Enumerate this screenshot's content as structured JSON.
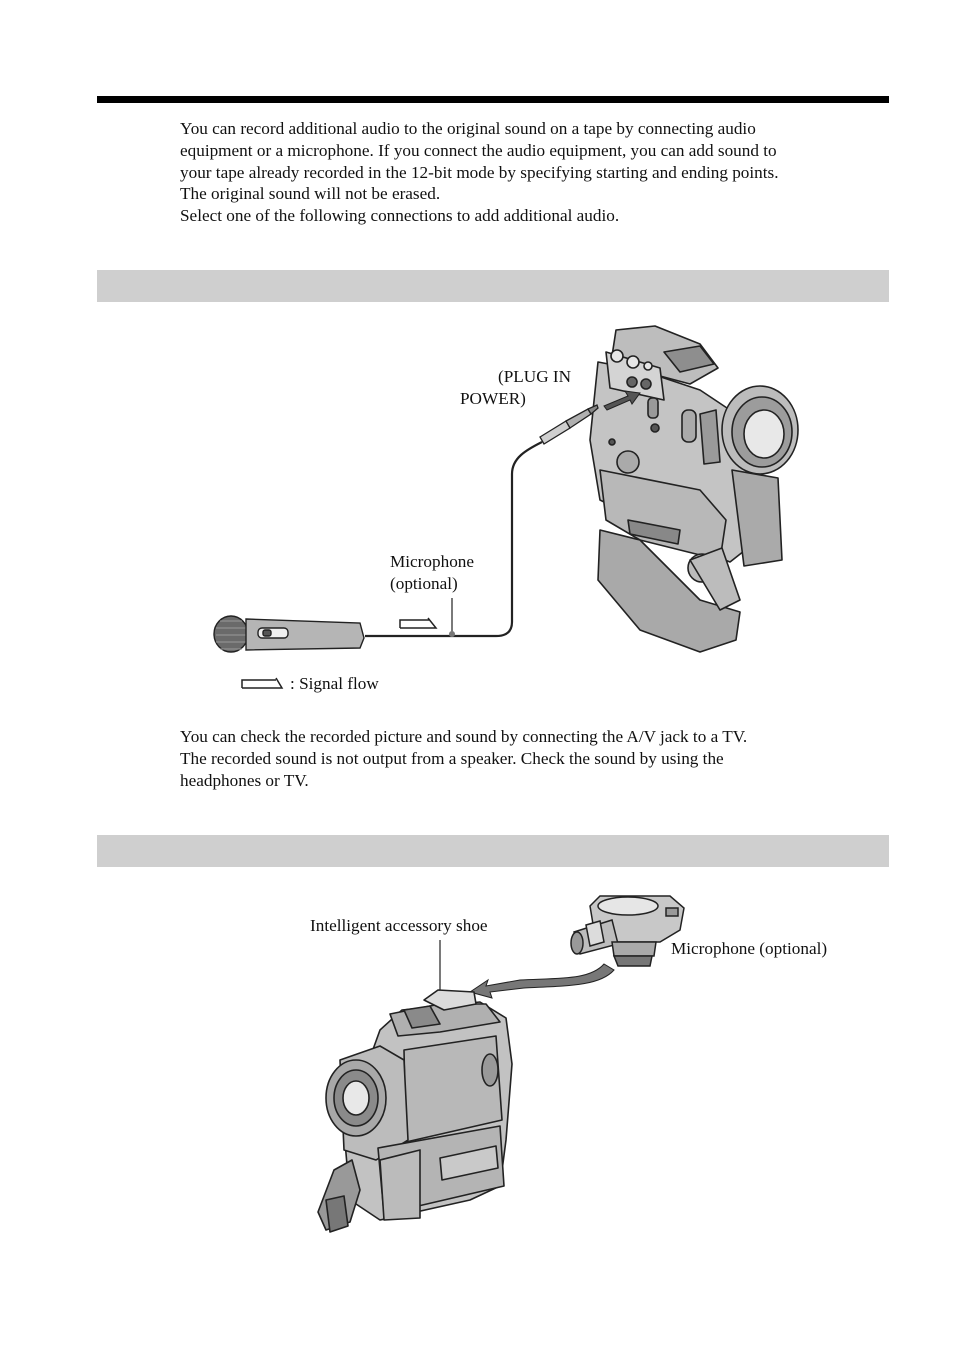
{
  "intro": {
    "lines": [
      "You can record additional audio to the original sound on a tape by connecting audio",
      "equipment or a microphone. If you connect the audio equipment, you can add sound to",
      "your tape already recorded in the 12-bit mode by specifying starting and ending points.",
      "The original sound will not be erased.",
      "Select one of the following connections to add additional audio."
    ]
  },
  "section1": {
    "heading": "",
    "figure": {
      "jack_label_lines": [
        "(PLUG IN",
        "POWER)"
      ],
      "microphone_label_lines": [
        "Microphone",
        "(optional)"
      ],
      "legend": ": Signal flow"
    },
    "note_lines": [
      "You can check the recorded picture and sound by connecting the A/V jack to a TV.",
      "The recorded sound is not output from a speaker. Check the sound by using the",
      "headphones or TV."
    ]
  },
  "section2": {
    "heading": "",
    "figure": {
      "shoe_label": "Intelligent accessory shoe",
      "microphone_label": "Microphone (optional)"
    }
  }
}
